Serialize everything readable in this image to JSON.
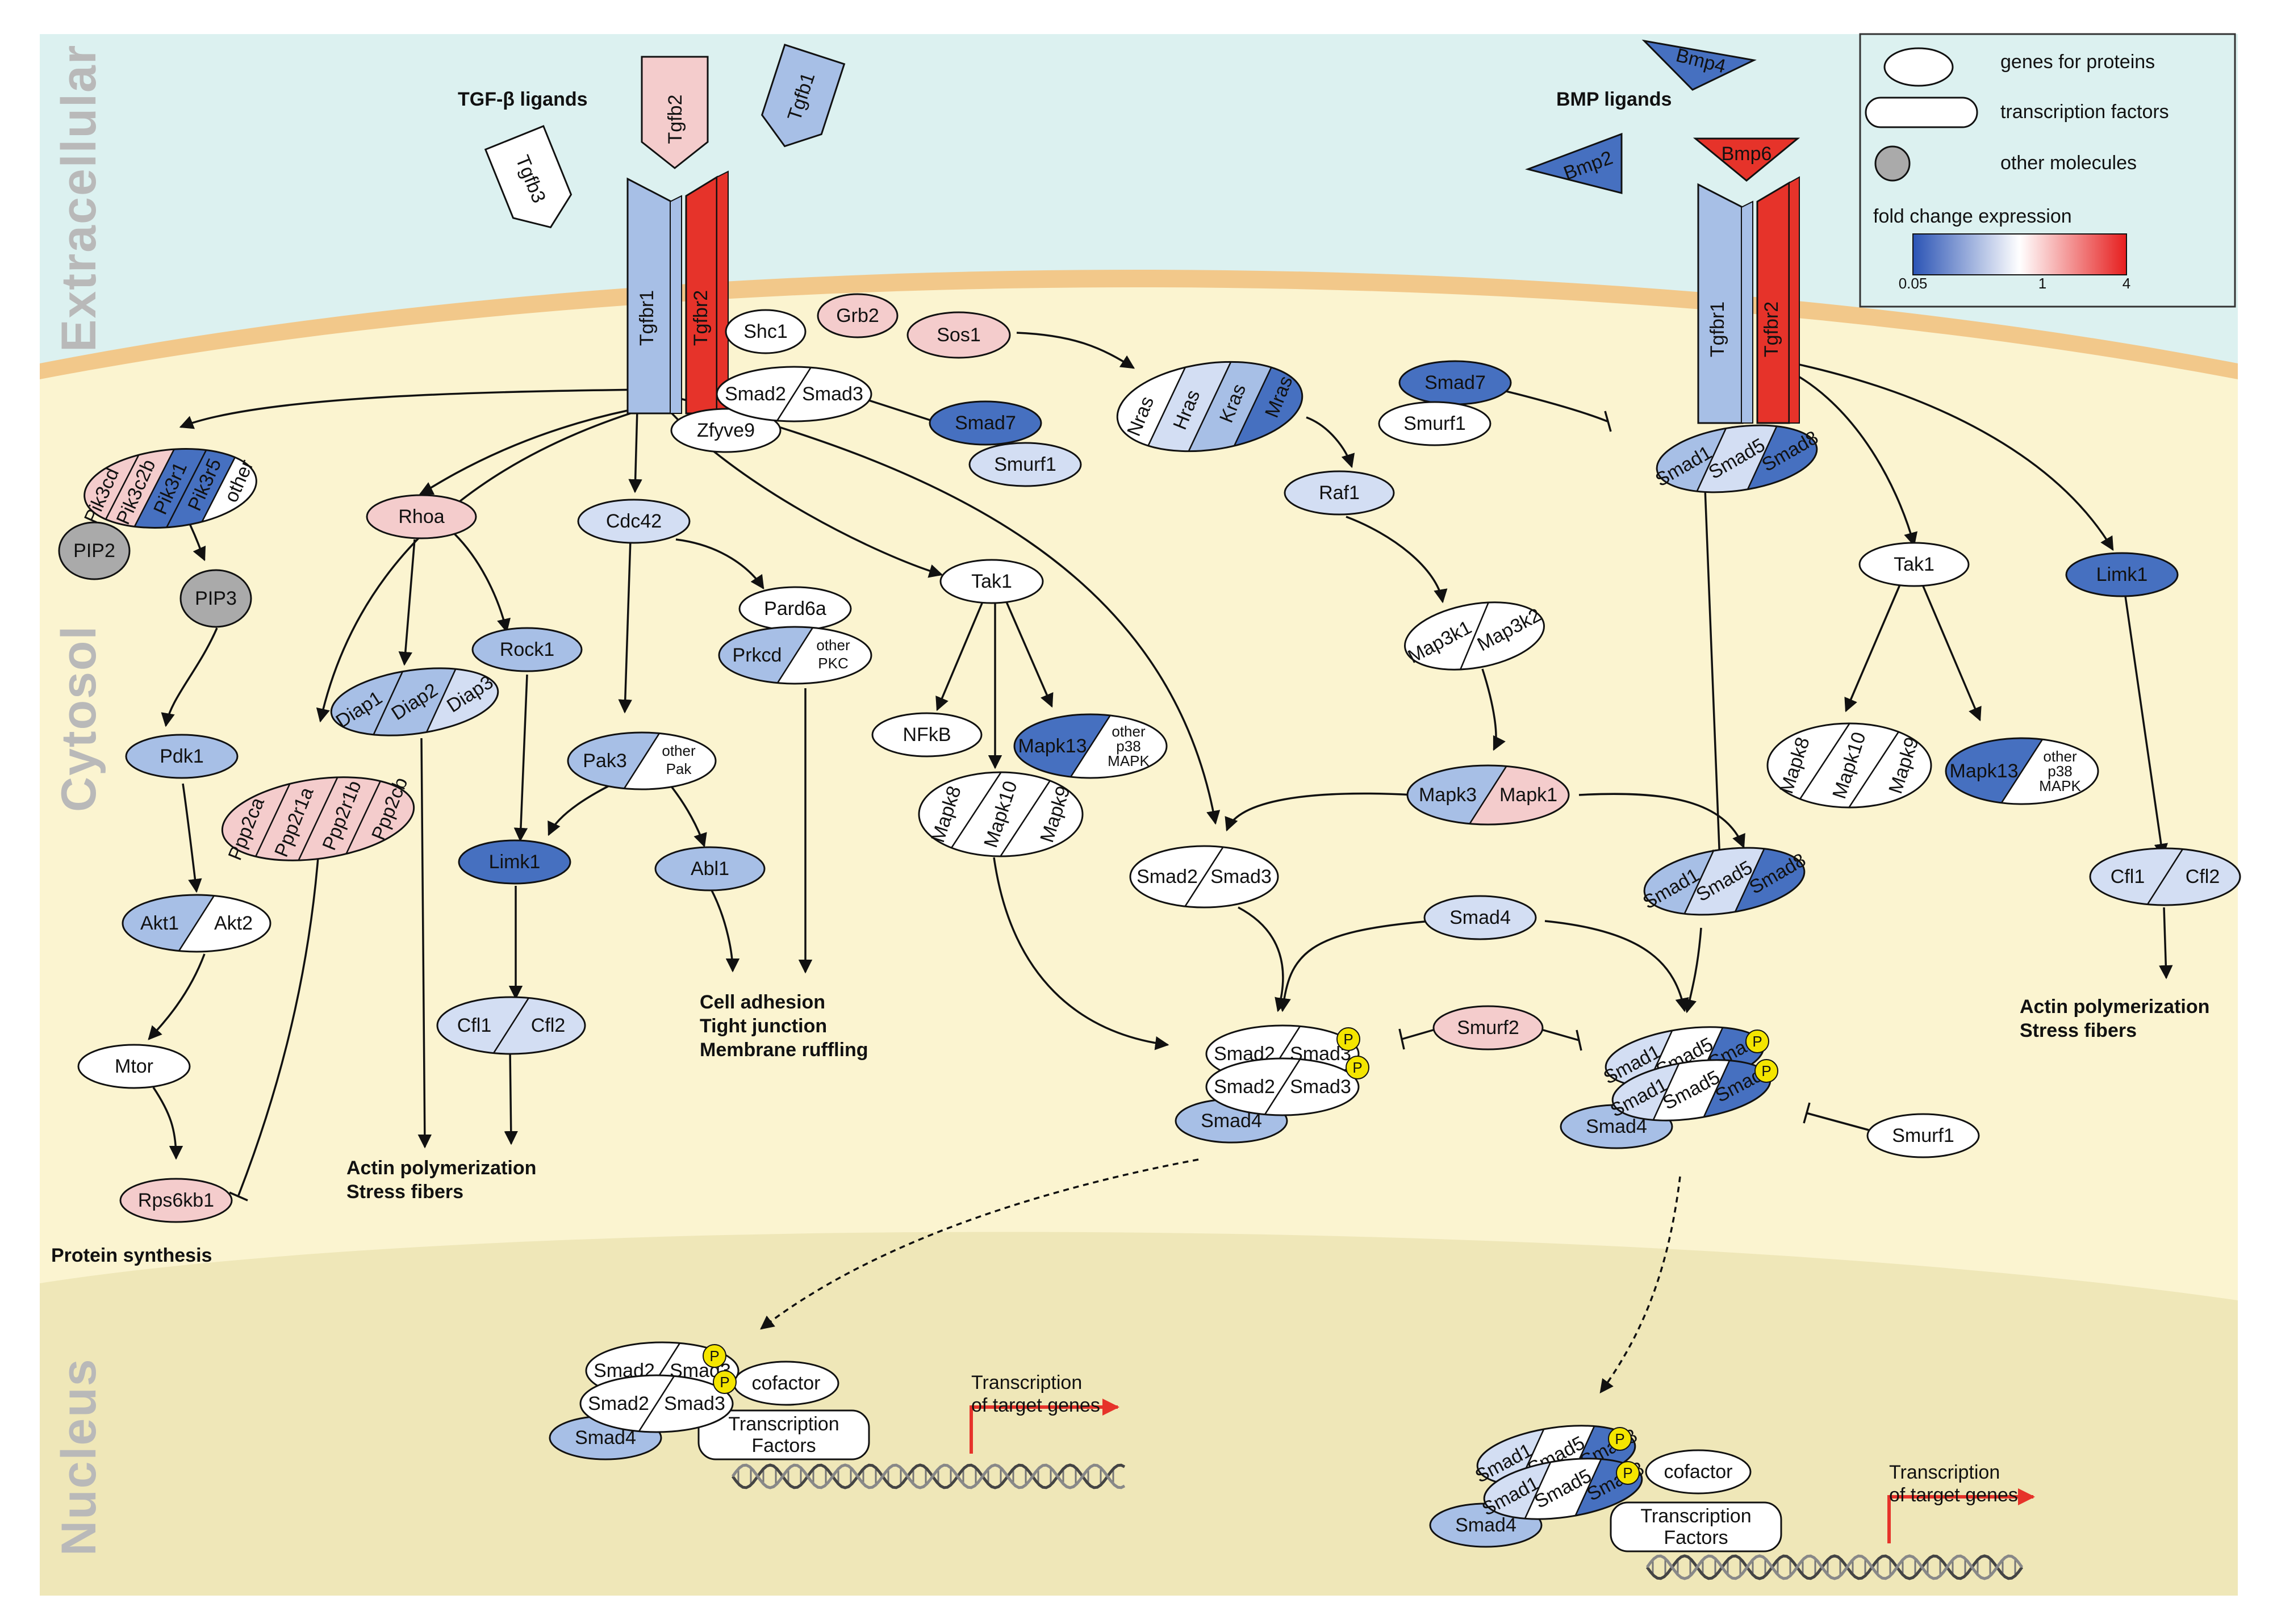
{
  "regions": [
    "Extracellular",
    "Cytosol",
    "Nucleus"
  ],
  "colors": {
    "extracellular": "#dcf1f0",
    "cytosol": "#fbf4d0",
    "nucleus": "#efe7b8",
    "membrane": "#f2c88a",
    "up_strong": "#e6332a",
    "up_mild": "#f4cccc",
    "down_strong": "#4670c0",
    "down_mild": "#a7bfe6",
    "down_light": "#d3def3",
    "neutral": "#ffffff",
    "gray": "#aaaaaa",
    "phospho": "#f4e500"
  },
  "legend": {
    "genes_for_proteins": "genes for proteins",
    "transcription_factors": "transcription factors",
    "other_molecules": "other molecules",
    "fold_change_title": "fold change expression",
    "scale_min": "0.05",
    "scale_mid": "1",
    "scale_max": "4"
  },
  "headers": {
    "tgfb_ligands": "TGF-β ligands",
    "bmp_ligands": "BMP ligands"
  },
  "ligands": {
    "tgfb1": "Tgfb1",
    "tgfb2": "Tgfb2",
    "tgfb3": "Tgfb3",
    "bmp2": "Bmp2",
    "bmp4": "Bmp4",
    "bmp6": "Bmp6"
  },
  "receptors": {
    "tgfbr1": "Tgfbr1",
    "tgfbr2": "Tgfbr2"
  },
  "nodes": {
    "shc1": "Shc1",
    "grb2": "Grb2",
    "sos1": "Sos1",
    "smad2": "Smad2",
    "smad3": "Smad3",
    "zfyve9": "Zfyve9",
    "smad7": "Smad7",
    "smurf1": "Smurf1",
    "smurf2": "Smurf2",
    "pik3cd": "Pik3cd",
    "pik3c2b": "Pik3c2b",
    "pik3r1": "Pik3r1",
    "pik3r5": "Pik3r5",
    "other": "other",
    "pip2": "PIP2",
    "pip3": "PIP3",
    "pdk1": "Pdk1",
    "akt1": "Akt1",
    "akt2": "Akt2",
    "mtor": "Mtor",
    "rps6kb1": "Rps6kb1",
    "ppp2ca": "Ppp2ca",
    "ppp2r1a": "Ppp2r1a",
    "ppp2r1b": "Ppp2r1b",
    "ppp2cb": "Ppp2cb",
    "rhoa": "Rhoa",
    "rock1": "Rock1",
    "diap1": "Diap1",
    "diap2": "Diap2",
    "diap3": "Diap3",
    "cdc42": "Cdc42",
    "pak3": "Pak3",
    "other_pak_1": "other",
    "other_pak_2": "Pak",
    "limk1": "Limk1",
    "cfl1": "Cfl1",
    "cfl2": "Cfl2",
    "abl1": "Abl1",
    "pard6a": "Pard6a",
    "prkcd": "Prkcd",
    "other_pkc_1": "other",
    "other_pkc_2": "PKC",
    "tak1": "Tak1",
    "nfkb": "NFkB",
    "mapk13": "Mapk13",
    "other_p38_1": "other",
    "other_p38_2": "p38",
    "other_p38_3": "MAPK",
    "mapk8": "Mapk8",
    "mapk10": "Mapk10",
    "mapk9": "Mapk9",
    "nras": "Nras",
    "hras": "Hras",
    "kras": "Kras",
    "mras": "Mras",
    "raf1": "Raf1",
    "map3k1": "Map3k1",
    "map3k2": "Map3k2",
    "mapk3": "Mapk3",
    "mapk1": "Mapk1",
    "smad1": "Smad1",
    "smad5": "Smad5",
    "smad8": "Smad8",
    "smad4": "Smad4",
    "cofactor": "cofactor",
    "tf_1": "Transcription",
    "tf_2": "Factors",
    "p": "P"
  },
  "outcomes": {
    "protein_synthesis": "Protein synthesis",
    "actin_1": "Actin polymerization",
    "stress_fibers": "Stress fibers",
    "cell_adhesion": "Cell adhesion",
    "tight_junction": "Tight junction",
    "membrane_ruffling": "Membrane ruffling",
    "transcription_1": "Transcription",
    "transcription_2": "of target genes"
  }
}
